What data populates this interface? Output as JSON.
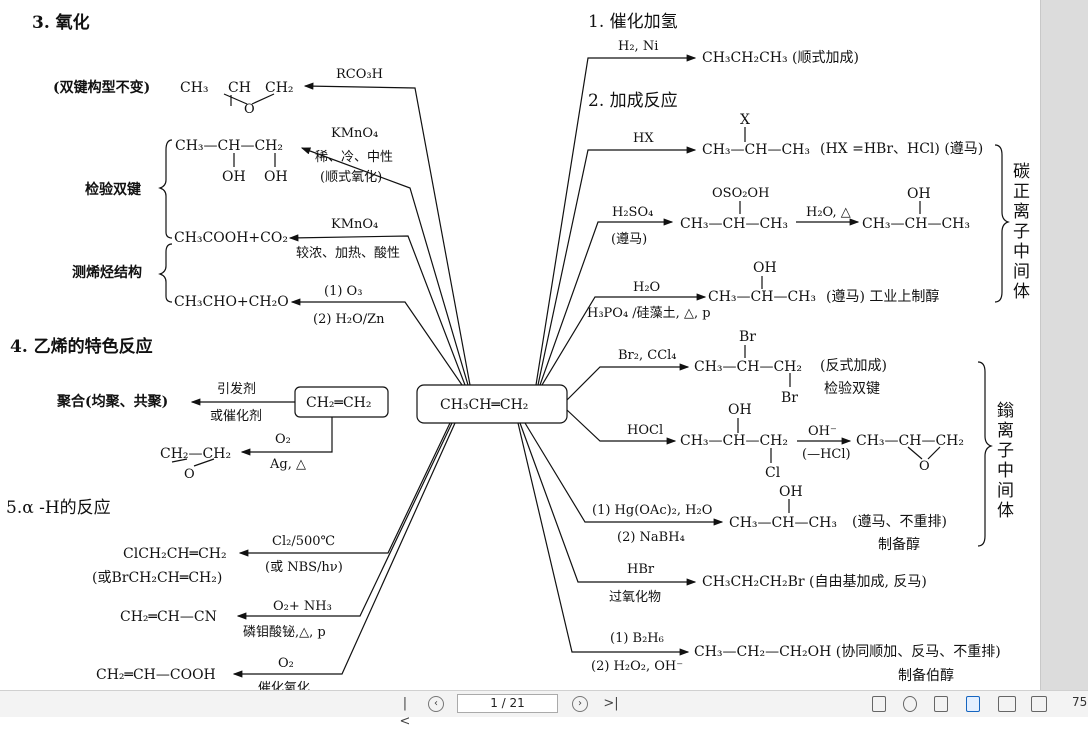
{
  "document": {
    "sec3": {
      "title": "3. 氧化"
    },
    "r_epox": {
      "left_note": "(双键构型不变)",
      "reagent": "RCO₃H"
    },
    "r_kmno4_cold": {
      "reagent": "KMnO₄",
      "cond1": "稀、冷、中性",
      "cond2": "(顺式氧化)"
    },
    "r_kmno4_hot": {
      "product": "CH₃COOH+CO₂",
      "reagent": "KMnO₄",
      "cond": "较浓、加热、酸性"
    },
    "r_ozone": {
      "product": "CH₃CHO+CH₂O",
      "cond1": "(1) O₃",
      "cond2": "(2) H₂O/Zn"
    },
    "brace_labels": {
      "test": "检验双键",
      "structure": "测烯烃结构"
    },
    "sec4": {
      "title": "4. 乙烯的特色反应"
    },
    "r_poly": {
      "product": "聚合(均聚、共聚)",
      "cond1": "引发剂",
      "cond2": "或催化剂",
      "reactant": "CH₂═CH₂"
    },
    "r_ethox": {
      "cond1": "O₂",
      "cond2": "Ag, △"
    },
    "sec5": {
      "title": "5.α -H的反应"
    },
    "r_allyl_cl": {
      "product1": "ClCH₂CH═CH₂",
      "product2": "(或BrCH₂CH═CH₂)",
      "cond1": "Cl₂/500℃",
      "cond2": "(或 NBS/hν)"
    },
    "r_ammox": {
      "product": "CH₂═CH—CN",
      "cond1": "O₂+ NH₃",
      "cond2": "磷钼酸铋,△, p"
    },
    "r_acrylic": {
      "product": "CH₂═CH—COOH",
      "cond1": "O₂",
      "cond2": "催化氧化"
    },
    "center": {
      "label": "CH₃CH═CH₂"
    },
    "sec1": {
      "title": "1. 催化加氢"
    },
    "r_h2": {
      "reagent": "H₂, Ni",
      "product": "CH₃CH₂CH₃ (顺式加成)"
    },
    "sec2": {
      "title": "2. 加成反应"
    },
    "r_hx": {
      "reagent": "HX",
      "product": "CH₃—CH—CH₃",
      "top": "X",
      "note": "(HX =HBr、HCl)   (遵马)"
    },
    "r_h2so4": {
      "reagent": "H₂SO₄",
      "sub": "(遵马)",
      "product": "CH₃—CH—CH₃",
      "top": "OSO₂OH",
      "cond": "H₂O, △",
      "product2": "CH₃—CH—CH₃",
      "top2": "OH"
    },
    "r_hydration": {
      "reagent": "H₂O",
      "cond": "H₃PO₄ /硅藻土, △, p",
      "product": "CH₃—CH—CH₃",
      "top": "OH",
      "note": "(遵马) 工业上制醇"
    },
    "carbocation_label": "碳正离子中间体",
    "r_br2": {
      "reagent": "Br₂, CCl₄",
      "product": "CH₃—CH—CH₂",
      "top": "Br",
      "bottom": "Br",
      "note1": "(反式加成)",
      "note2": "检验双键"
    },
    "r_hocl": {
      "reagent": "HOCl",
      "product": "CH₃—CH—CH₂",
      "top": "OH",
      "bottom": "Cl",
      "cond1": "OH⁻",
      "cond2": "(—HCl)",
      "product2": "CH₃—CH—CH₂",
      "ring_o": "O"
    },
    "onium_label": "鎓离子中间体",
    "r_oxymerc": {
      "cond1": "(1) Hg(OAc)₂, H₂O",
      "cond2": "(2) NaBH₄",
      "product": "CH₃—CH—CH₃",
      "top": "OH",
      "note1": "(遵马、不重排)",
      "note2": "制备醇"
    },
    "r_hbr": {
      "reagent": "HBr",
      "cond": "过氧化物",
      "product": "CH₃CH₂CH₂Br (自由基加成, 反马)"
    },
    "r_hydrob": {
      "cond1": "(1) B₂H₆",
      "cond2": "(2) H₂O₂, OH⁻",
      "product": "CH₃—CH₂—CH₂OH (协同顺加、反马、不重排)",
      "note": "制备伯醇"
    },
    "epoxide_product": {
      "left": "CH₃",
      "mid": "CH",
      "right": "CH₂",
      "o": "O"
    },
    "diol_product": {
      "chain": "CH₃—CH—CH₂",
      "oh1": "OH",
      "oh2": "OH"
    },
    "ethylene_oxide": {
      "chain": "CH₂—CH₂",
      "o": "O"
    }
  },
  "toolbar": {
    "first_page": "|<",
    "prev_page": "‹",
    "page_indicator": "1 / 21",
    "next_page": "›",
    "last_page": ">|",
    "zoom": "75"
  },
  "colors": {
    "line": "#111111",
    "background": "#ffffff",
    "scrollbar": "#dcdcdc",
    "accent": "#1565c0"
  }
}
